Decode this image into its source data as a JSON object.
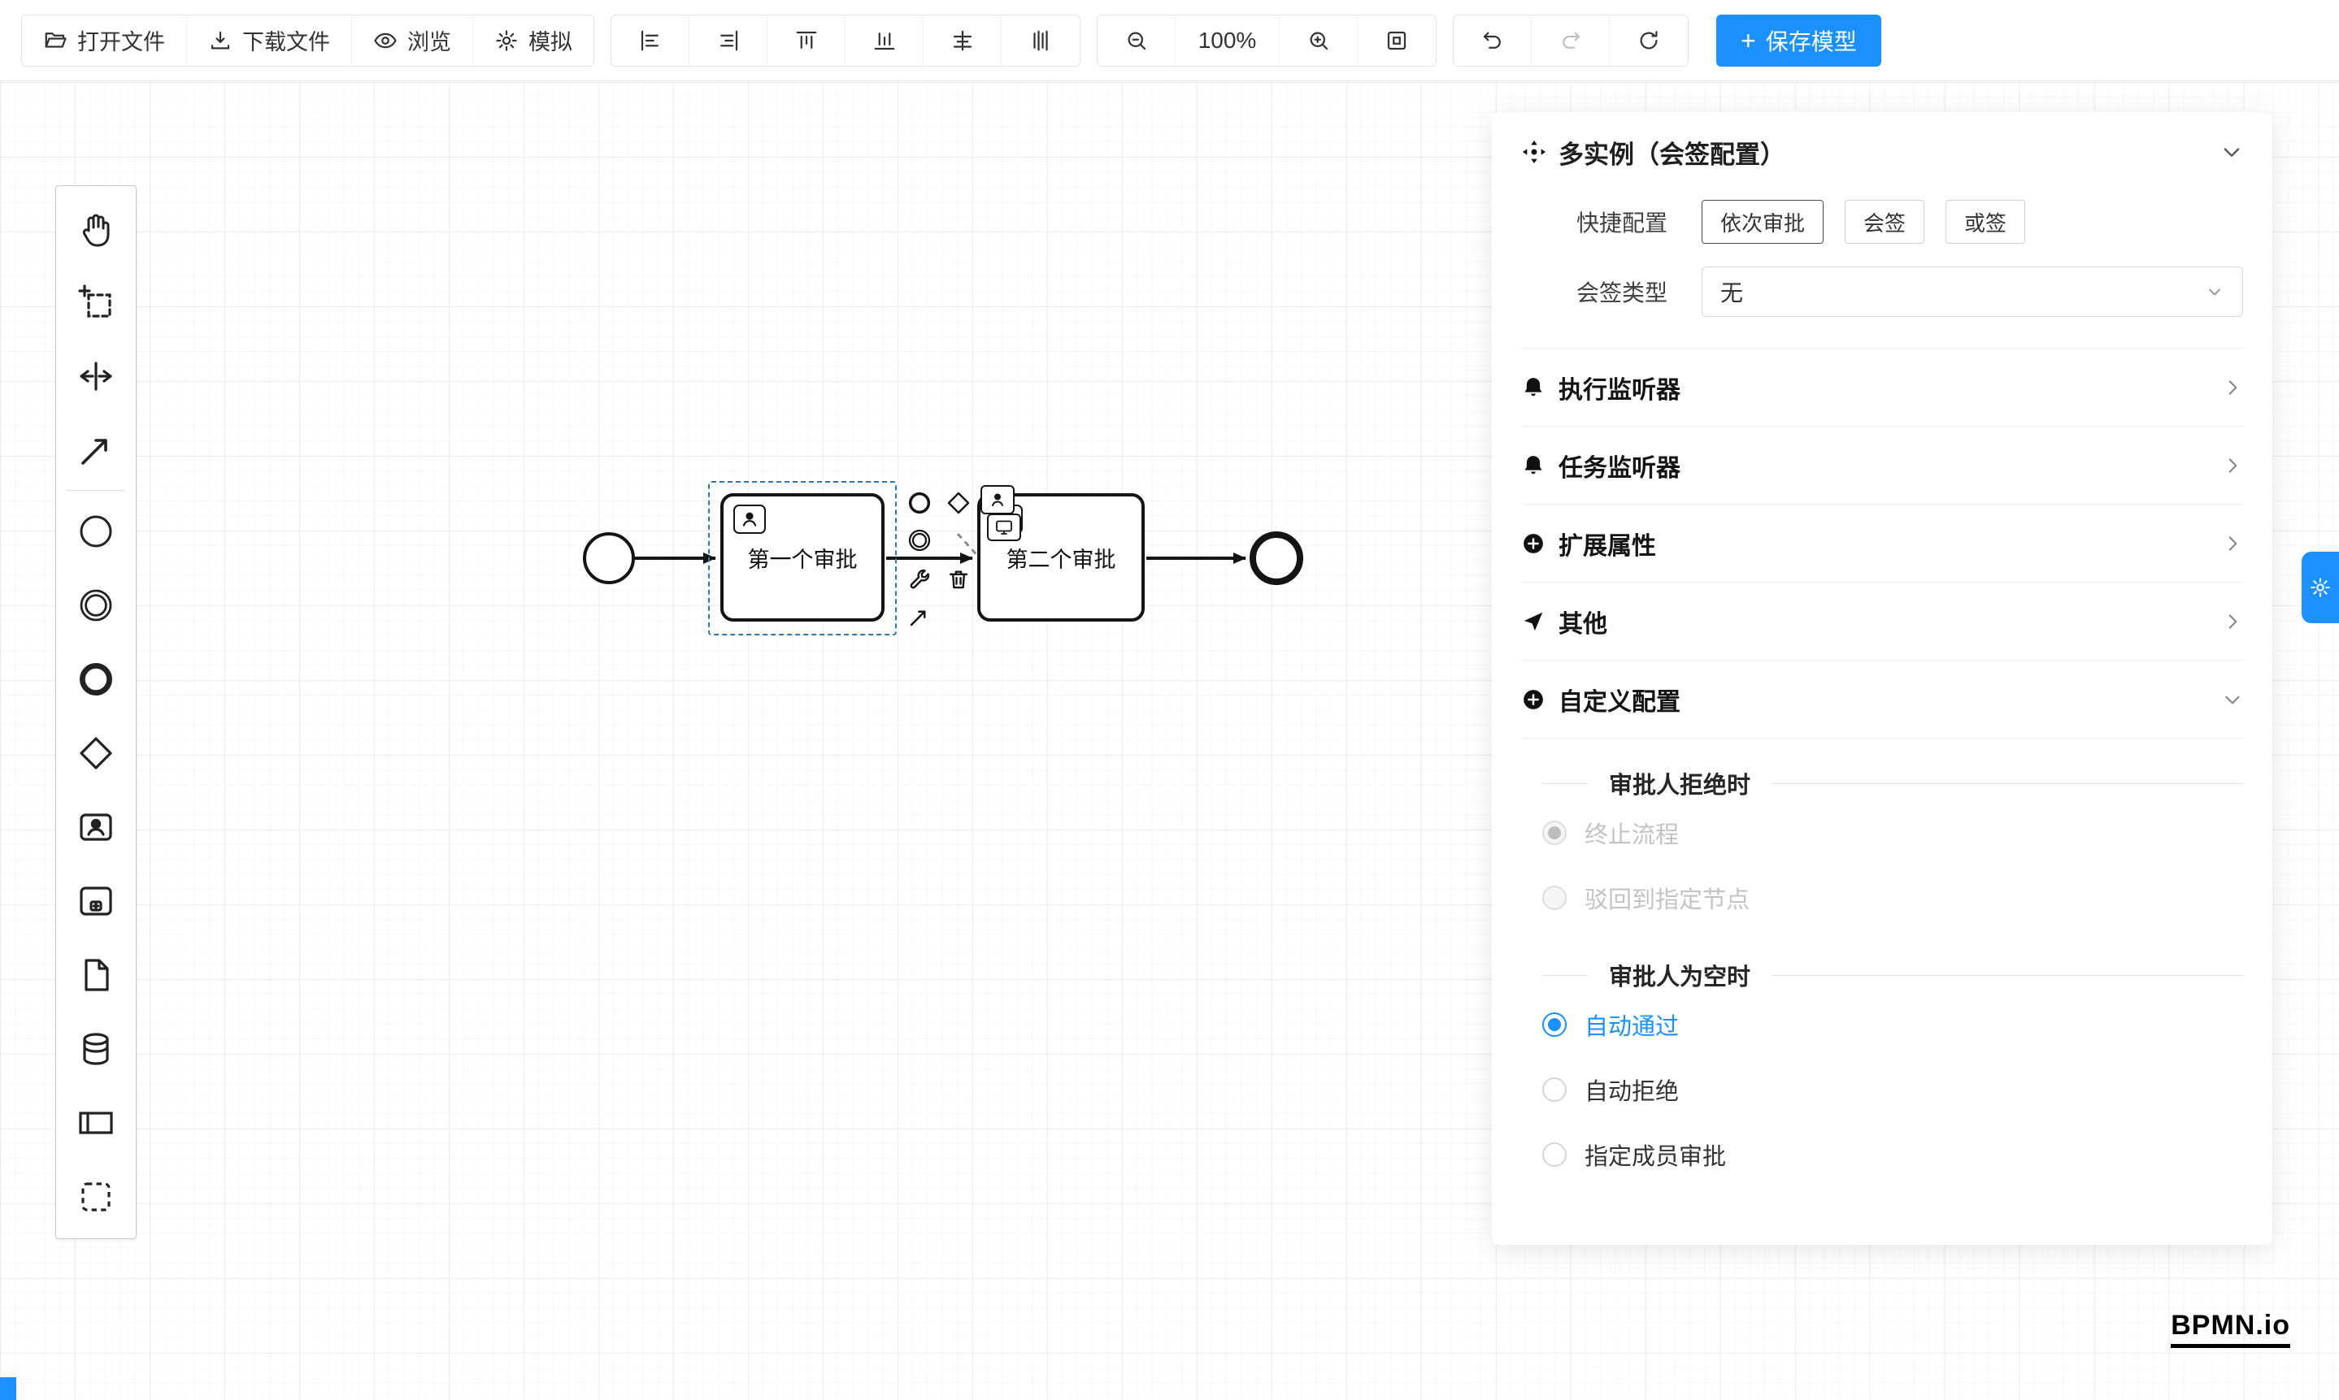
{
  "colors": {
    "accent": "#1b90ff"
  },
  "toolbar": {
    "open_file": "打开文件",
    "download_file": "下载文件",
    "preview": "浏览",
    "simulate": "模拟",
    "zoom_level": "100%",
    "plus": "+",
    "save_model": "保存模型"
  },
  "canvas": {
    "task1_label": "第一个审批",
    "task2_label": "第二个审批"
  },
  "panel": {
    "title": "多实例（会签配置）",
    "quick_label": "快捷配置",
    "quick_options": [
      "依次审批",
      "会签",
      "或签"
    ],
    "type_label": "会签类型",
    "type_value": "无",
    "sections": [
      "执行监听器",
      "任务监听器",
      "扩展属性",
      "其他",
      "自定义配置"
    ],
    "reject_header": "审批人拒绝时",
    "reject_options": [
      "终止流程",
      "驳回到指定节点"
    ],
    "empty_header": "审批人为空时",
    "empty_options": [
      "自动通过",
      "自动拒绝",
      "指定成员审批"
    ]
  },
  "footer": {
    "logo": "BPMN.io"
  }
}
